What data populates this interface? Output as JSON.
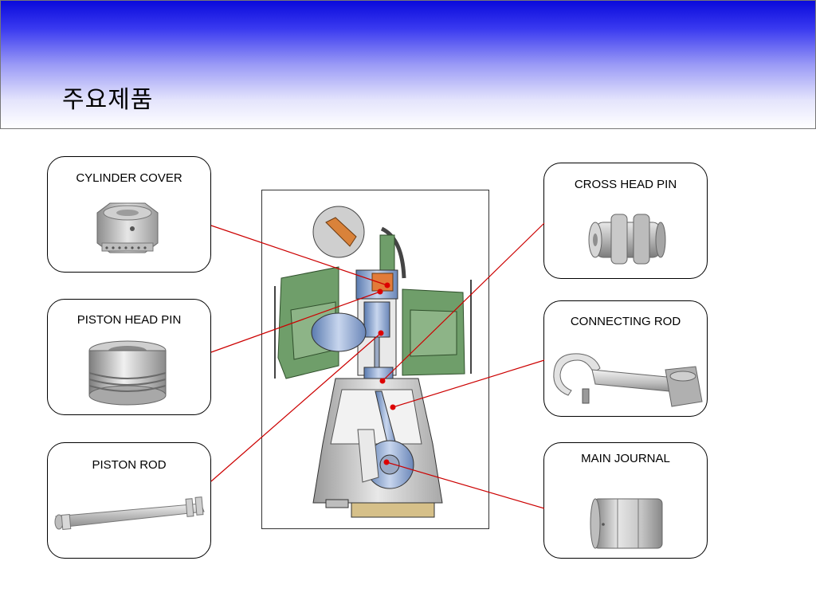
{
  "slide": {
    "title": "주요제품"
  },
  "parts": {
    "cylinder_cover": "CYLINDER COVER",
    "piston_head_pin": "PISTON HEAD PIN",
    "piston_rod": "PISTON ROD",
    "cross_head_pin": "CROSS HEAD PIN",
    "connecting_rod": "CONNECTING ROD",
    "main_journal": "MAIN JOURNAL"
  },
  "colors": {
    "leader_line": "#cc0000",
    "header_top": "#0a0adc",
    "engine_frame": "#6f9e6a"
  }
}
